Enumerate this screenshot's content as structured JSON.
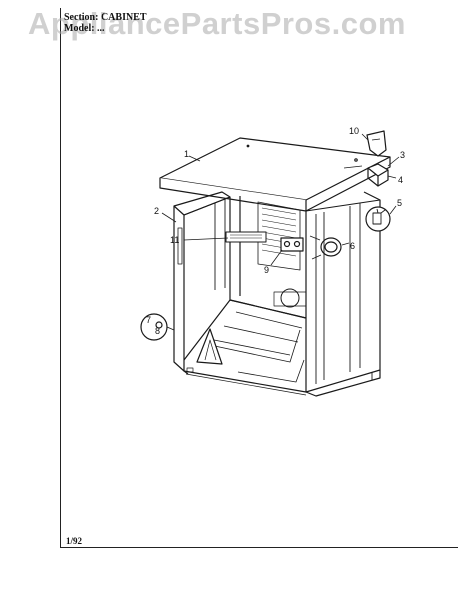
{
  "watermark": "AppliancePartsPros.com",
  "header": {
    "section_label": "Section:",
    "section_value": "CABINET",
    "model_label": "Model:",
    "model_value": "..."
  },
  "footer": {
    "code": "1/92"
  },
  "callouts": [
    "1",
    "2",
    "3",
    "4",
    "5",
    "6",
    "7",
    "8",
    "9",
    "10",
    "11"
  ]
}
